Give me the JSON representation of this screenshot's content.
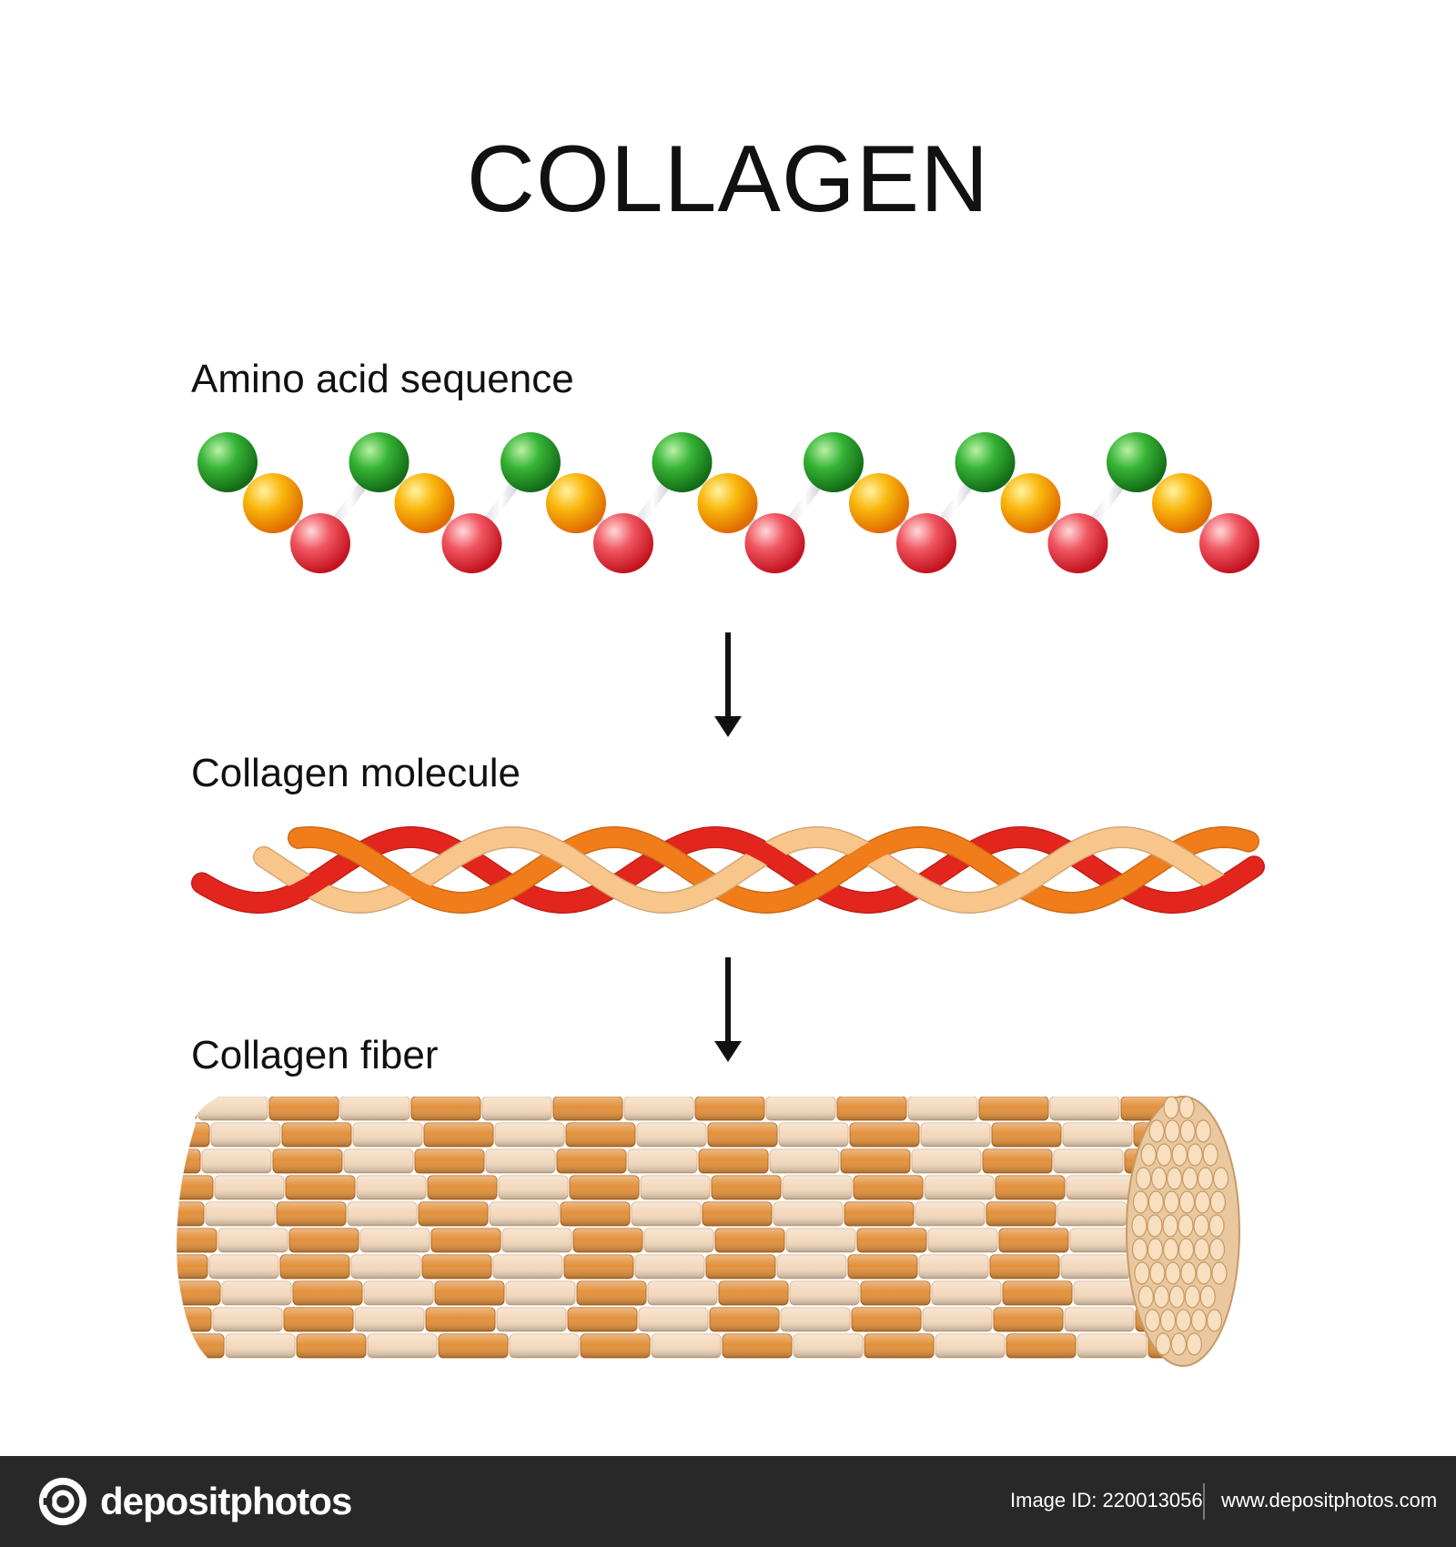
{
  "title": "COLLAGEN",
  "sections": {
    "amino": {
      "label": "Amino acid sequence"
    },
    "molecule": {
      "label": "Collagen molecule"
    },
    "fiber": {
      "label": "Collagen fiber"
    }
  },
  "colors": {
    "bead_green": "#2fa62f",
    "bead_yellow": "#f5a40a",
    "bead_red": "#ea3b45",
    "strand_red": "#e2261d",
    "strand_orange": "#f07d1a",
    "strand_peach": "#f8c58b",
    "fiber_orange": "#e2913c",
    "fiber_cream": "#f3d9bd",
    "footer_bg": "#282828"
  },
  "footer": {
    "brand": "depositphotos",
    "image_id_label": "Image ID:",
    "image_id": "220013056",
    "site": "www.depositphotos.com"
  }
}
